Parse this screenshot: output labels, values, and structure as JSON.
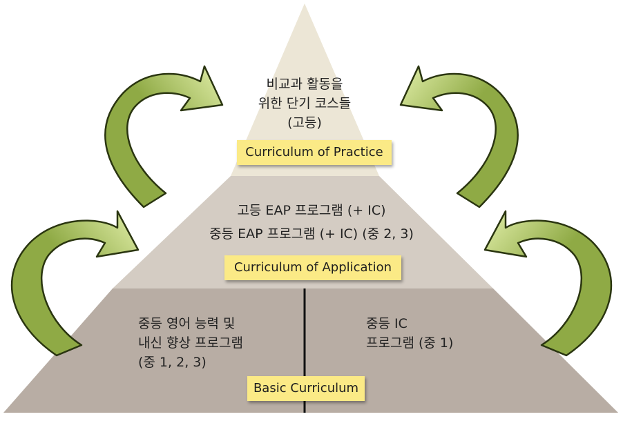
{
  "colors": {
    "tier_top": "#ece6d6",
    "tier_middle": "#d4ccc3",
    "tier_bottom": "#b8ada4",
    "label_bg": "#fbea86",
    "arrow_fill": "#8faa45",
    "arrow_fill_light": "#e2efaa",
    "arrow_stroke": "#2a3510",
    "divider": "#111111"
  },
  "pyramid": {
    "top_tier": {
      "lines": [
        "비교과 활동을",
        "위한 단기 코스들",
        "(고등)"
      ],
      "label": "Curriculum of Practice"
    },
    "middle_tier": {
      "lines": [
        "고등 EAP 프로그램 (+ IC)",
        "중등 EAP 프로그램 (+ IC) (중 2, 3)"
      ],
      "label": "Curriculum of Application"
    },
    "bottom_tier": {
      "left_lines": [
        "중등 영어 능력 및",
        "내신 향상 프로그램",
        "(중 1, 2, 3)"
      ],
      "right_lines": [
        "중등 IC",
        "프로그램 (중 1)"
      ],
      "label": "Basic Curriculum"
    }
  },
  "arrows": [
    {
      "position": "upper-left",
      "direction": "clockwise-into-pyramid"
    },
    {
      "position": "upper-right",
      "direction": "counterclockwise-into-pyramid"
    },
    {
      "position": "lower-left",
      "direction": "clockwise-into-pyramid"
    },
    {
      "position": "lower-right",
      "direction": "counterclockwise-into-pyramid"
    }
  ]
}
